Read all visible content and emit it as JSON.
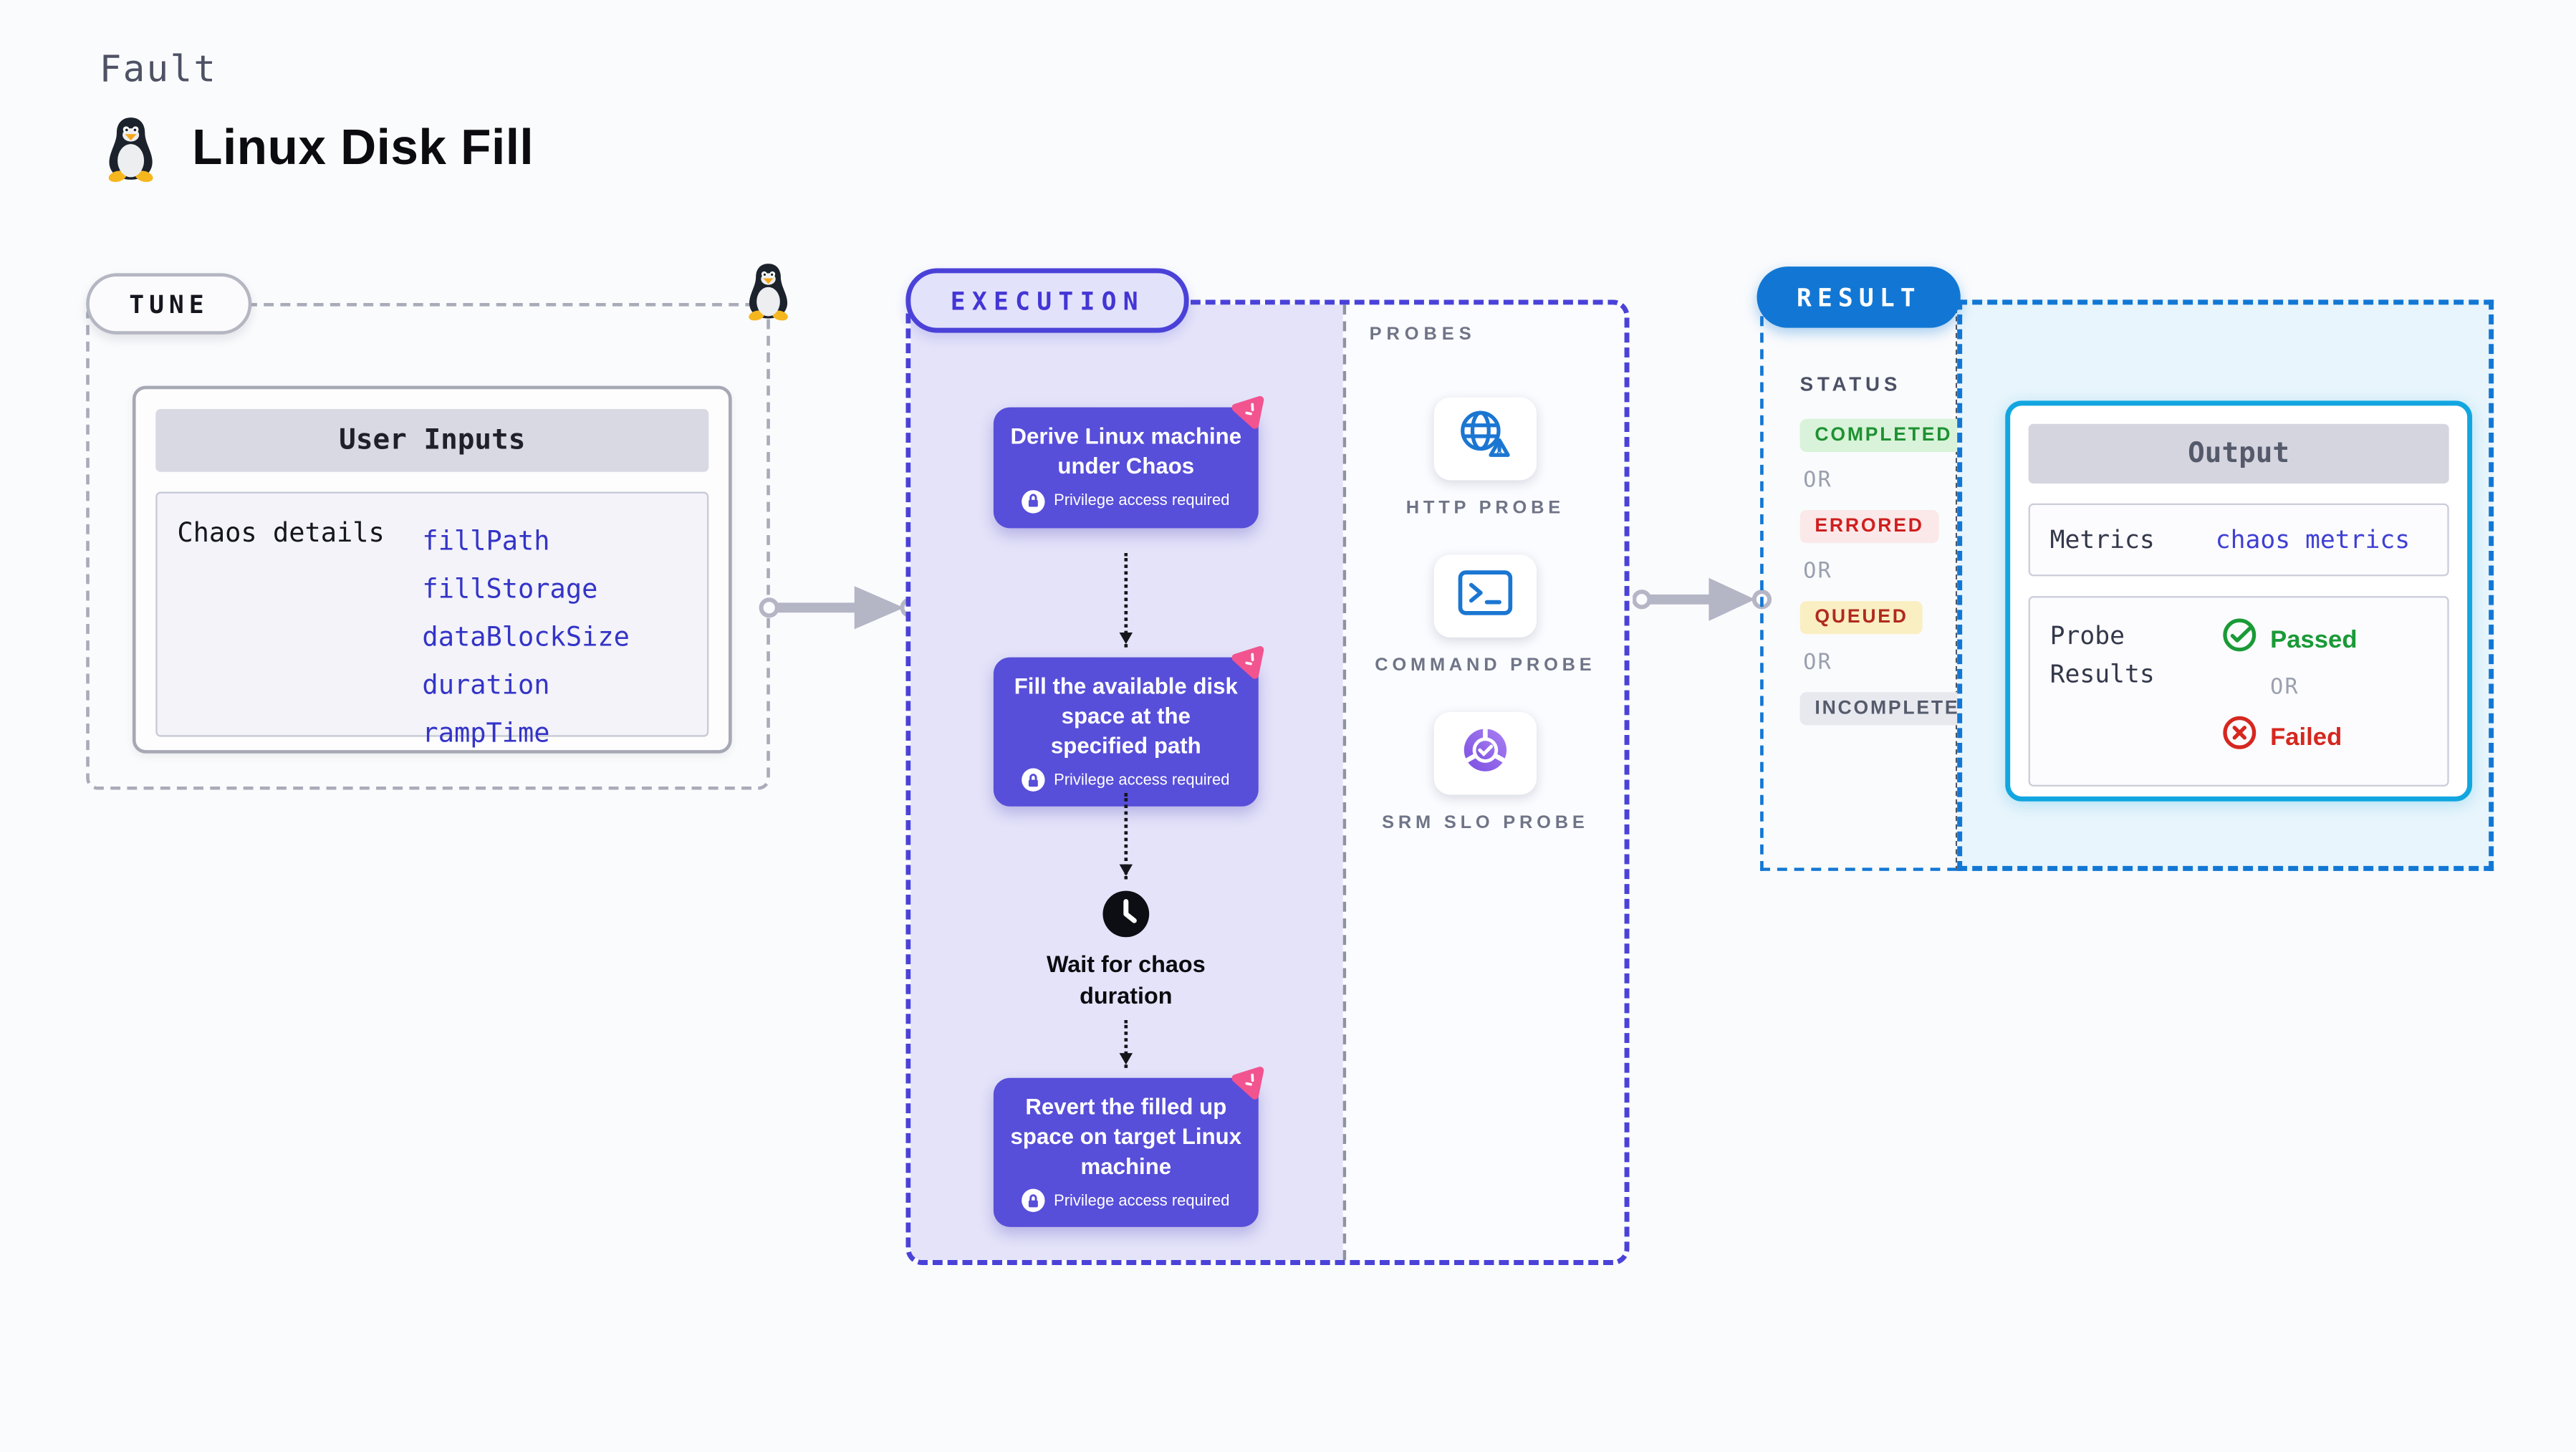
{
  "page": {
    "fault_label": "Fault",
    "title": "Linux Disk Fill",
    "platform_icon": "tux-penguin-icon"
  },
  "tune": {
    "badge": "TUNE",
    "corner_icon": "tux-penguin-icon",
    "card_header": "User Inputs",
    "row_label": "Chaos details",
    "params": [
      "fillPath",
      "fillStorage",
      "dataBlockSize",
      "duration",
      "rampTime"
    ]
  },
  "execution": {
    "badge": "EXECUTION",
    "steps": [
      {
        "title": "Derive Linux machine under Chaos",
        "note": "Privilege access required",
        "icon": "chaos-scribble-icon",
        "note_icon": "lock-icon"
      },
      {
        "title": "Fill the available disk space at the specified path",
        "note": "Privilege access required",
        "icon": "chaos-scribble-icon",
        "note_icon": "lock-icon"
      },
      {
        "title": "Revert the filled up space on target Linux machine",
        "note": "Privilege access required",
        "icon": "chaos-scribble-icon",
        "note_icon": "lock-icon"
      }
    ],
    "wait_label": "Wait for chaos duration",
    "wait_icon": "clock-icon"
  },
  "probes": {
    "panel_label": "PROBES",
    "items": [
      {
        "label": "HTTP PROBE",
        "icon": "globe-warning-icon"
      },
      {
        "label": "COMMAND PROBE",
        "icon": "terminal-icon"
      },
      {
        "label": "SRM SLO PROBE",
        "icon": "slo-pie-check-icon"
      }
    ]
  },
  "result": {
    "badge": "RESULT",
    "status_label": "STATUS",
    "or_label": "OR",
    "statuses": [
      {
        "label": "COMPLETED",
        "fg": "#1f9132",
        "bg": "#d9f3da"
      },
      {
        "label": "ERRORED",
        "fg": "#cf1f1f",
        "bg": "#fbe9e9"
      },
      {
        "label": "QUEUED",
        "fg": "#b02a1e",
        "bg": "#faeec3"
      },
      {
        "label": "INCOMPLETED",
        "fg": "#555b6b",
        "bg": "#e8e8ef"
      }
    ],
    "output": {
      "header": "Output",
      "metrics_label": "Metrics",
      "metrics_value": "chaos metrics",
      "probe_results_label": "Probe Results",
      "passed_label": "Passed",
      "passed_icon": "check-circle-icon",
      "failed_label": "Failed",
      "failed_icon": "x-circle-icon"
    }
  },
  "colors": {
    "page_bg": "#fafbfd",
    "accent_indigo": "#4a42d8",
    "lavender_fill": "#e4e3f9",
    "step_purple": "#574ed9",
    "chaos_pink": "#f1548f",
    "result_blue": "#1277d4",
    "output_cyan": "#12a6e0",
    "output_fill": "#e8f5fc",
    "probe_blue": "#1b76d2",
    "passed_green": "#1a9a37",
    "failed_red": "#d6271f",
    "arrow_gray": "#b4b5c5",
    "param_blue": "#3434c8"
  }
}
